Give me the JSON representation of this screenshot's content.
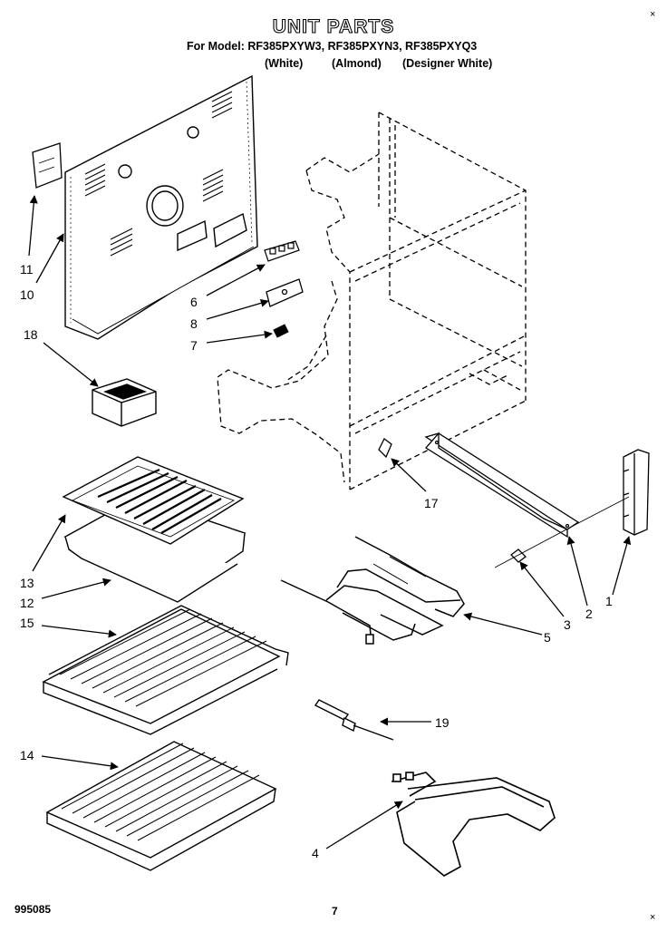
{
  "header": {
    "title": "UNIT PARTS",
    "model_line": "For Model: RF385PXYW3, RF385PXYN3, RF385PXYQ3",
    "variants": [
      "(White)",
      "(Almond)",
      "(Designer White)"
    ]
  },
  "footer": {
    "doc_id": "995085",
    "page_number": "7"
  },
  "callouts": [
    {
      "id": "11",
      "part": "small bracket plate"
    },
    {
      "id": "10",
      "part": "rear panel"
    },
    {
      "id": "6",
      "part": "terminal block"
    },
    {
      "id": "8",
      "part": "terminal block cover"
    },
    {
      "id": "7",
      "part": "clip"
    },
    {
      "id": "18",
      "part": "oven component box"
    },
    {
      "id": "17",
      "part": "clip"
    },
    {
      "id": "13",
      "part": "broiler pan grid"
    },
    {
      "id": "12",
      "part": "broiler pan"
    },
    {
      "id": "15",
      "part": "oven rack"
    },
    {
      "id": "14",
      "part": "oven rack"
    },
    {
      "id": "5",
      "part": "broil element"
    },
    {
      "id": "3",
      "part": "clip"
    },
    {
      "id": "2",
      "part": "support rail"
    },
    {
      "id": "1",
      "part": "bracket"
    },
    {
      "id": "19",
      "part": "sensor"
    },
    {
      "id": "4",
      "part": "bake element"
    }
  ]
}
